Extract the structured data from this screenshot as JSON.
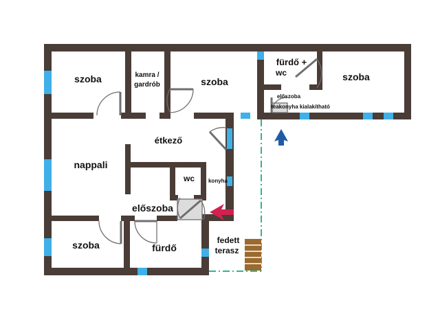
{
  "floorplan": {
    "colors": {
      "wall": "#4a3c36",
      "window": "#3fb0e8",
      "door_arc": "#6f6f6f",
      "terrace_boundary": "#2fb58a",
      "stairs": "#9a6a2e",
      "entrance_arrow": "#d42050",
      "side_entrance_arrow": "#1f5aa6"
    },
    "rooms": {
      "room_top_left": "szoba",
      "pantry_line1": "kamra /",
      "pantry_line2": "gardrób",
      "room_top_middle": "szoba",
      "bath_top_line1": "fürdő +",
      "bath_top_line2": "wc",
      "room_top_right": "szoba",
      "hall_small": "előszoba",
      "kitchenette_note": "teakonyha kialakítható",
      "dining": "étkező",
      "living": "nappali",
      "wc": "wc",
      "kitchen": "konyha",
      "hall_main": "előszoba",
      "room_bottom_left": "szoba",
      "bath_bottom": "fürdő",
      "terrace_line1": "fedett",
      "terrace_line2": "terasz"
    },
    "icons": {
      "main_entrance": "arrow-left-icon",
      "side_entrance": "arrow-up-icon"
    }
  }
}
